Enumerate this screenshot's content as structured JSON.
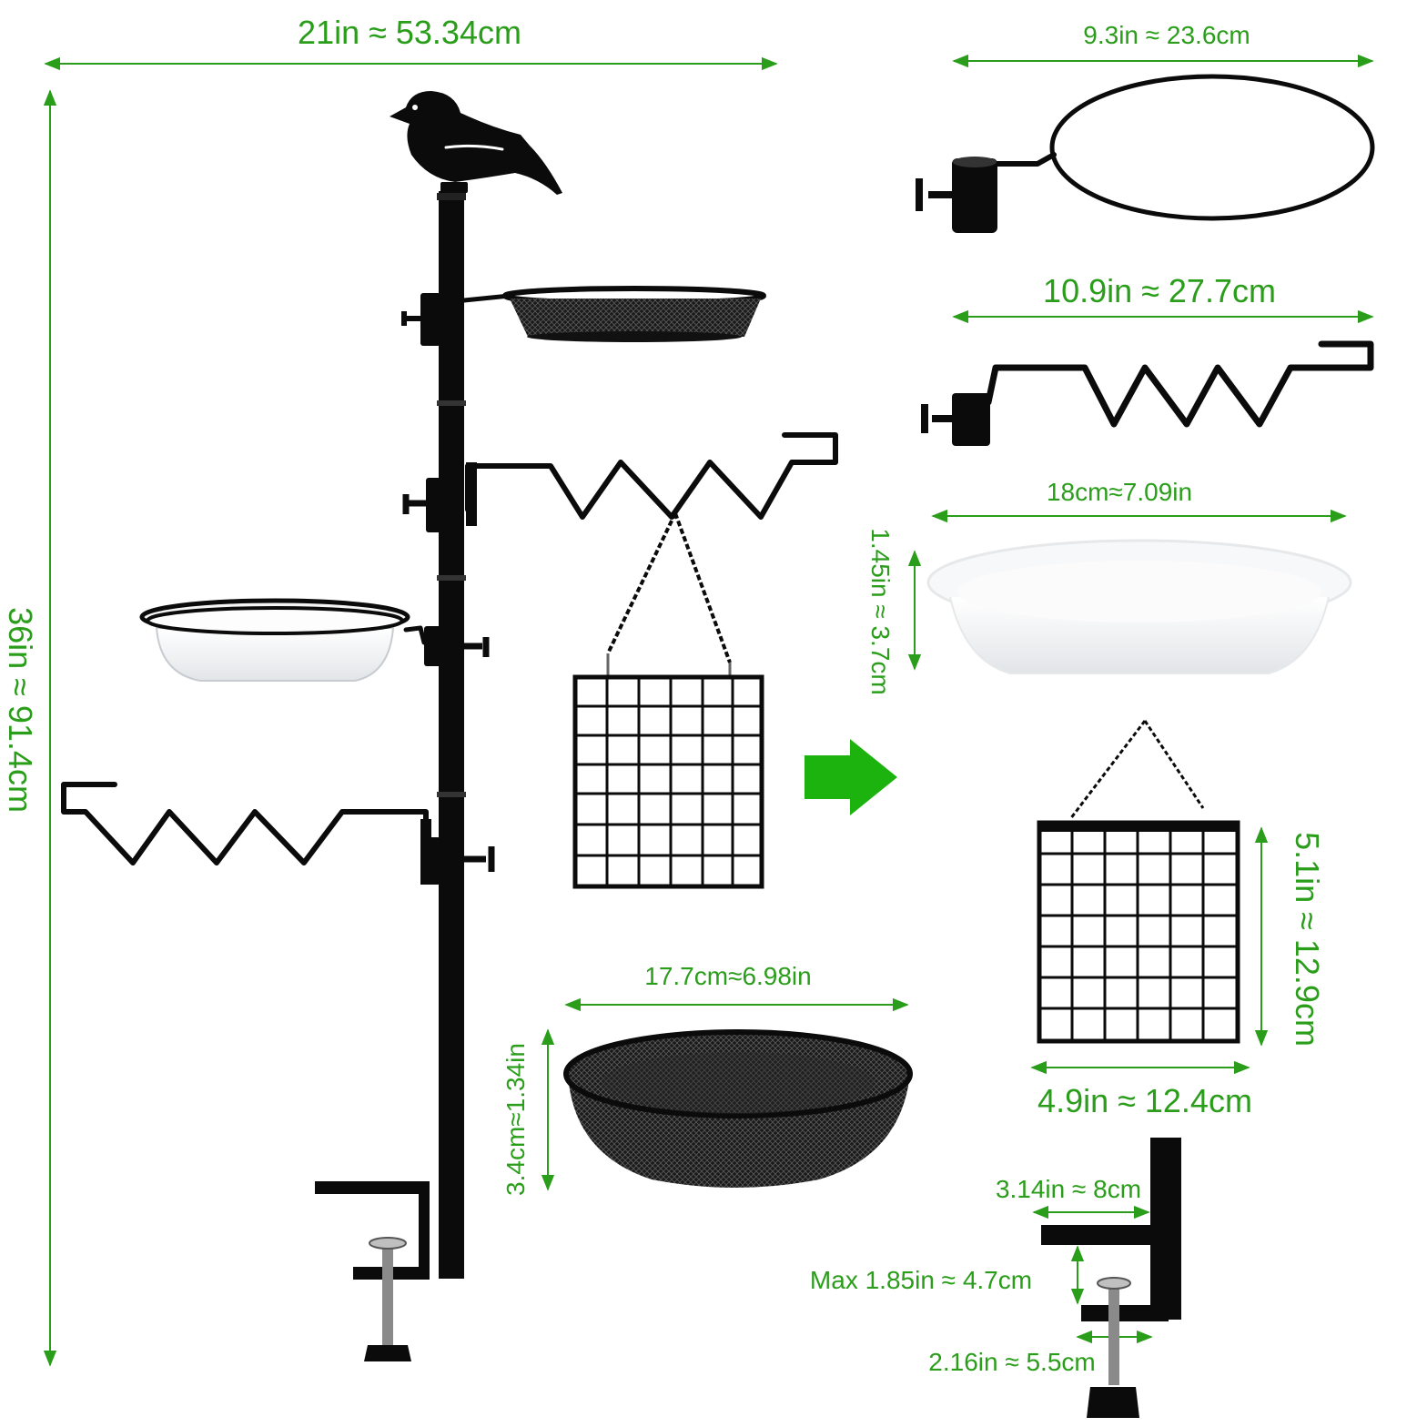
{
  "colors": {
    "dimension": "#2a9d1a",
    "arrow": "#1db30f",
    "metal": "#0b0b0b",
    "tray_white": "#eef0f2"
  },
  "icons": [
    "bird-silhouette-icon",
    "arrow-right-icon"
  ],
  "dimensions": {
    "overall_width": "21in ≈ 53.34cm",
    "overall_height": "36in ≈ 91.4cm",
    "ring_width": "9.3in ≈ 23.6cm",
    "hook_width": "10.9in ≈ 27.7cm",
    "white_tray_width": "18cm≈7.09in",
    "white_tray_height": "1.45in ≈ 3.7cm",
    "suet_cage_height": "5.1in ≈ 12.9cm",
    "suet_cage_width": "4.9in ≈ 12.4cm",
    "mesh_tray_width": "17.7cm≈6.98in",
    "mesh_tray_height": "3.4cm≈1.34in",
    "clamp_top_width": "3.14in ≈ 8cm",
    "clamp_max_opening": "Max 1.85in ≈ 4.7cm",
    "clamp_bottom_width": "2.16in ≈ 5.5cm"
  }
}
